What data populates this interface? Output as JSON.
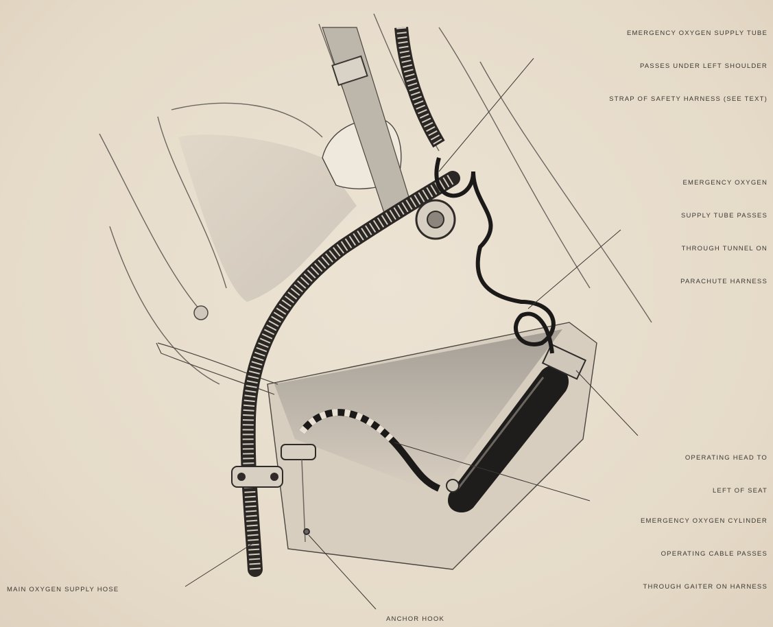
{
  "labels": {
    "tube_shoulder": [
      "EMERGENCY OXYGEN SUPPLY TUBE",
      "PASSES UNDER LEFT SHOULDER",
      "STRAP OF SAFETY HARNESS (SEE TEXT)"
    ],
    "tube_tunnel": [
      "EMERGENCY OXYGEN",
      "SUPPLY TUBE PASSES",
      "THROUGH TUNNEL ON",
      "PARACHUTE HARNESS"
    ],
    "operating_head": [
      "OPERATING HEAD TO",
      "LEFT OF SEAT"
    ],
    "cylinder_cable": [
      "EMERGENCY OXYGEN CYLINDER",
      "OPERATING CABLE PASSES",
      "THROUGH GAITER ON HARNESS"
    ],
    "main_hose": "MAIN OXYGEN SUPPLY HOSE",
    "anchor_hook": "ANCHOR HOOK"
  },
  "colors": {
    "paper": "#e9dece",
    "ink": "#2e2b28",
    "shade": "#9b958c"
  }
}
